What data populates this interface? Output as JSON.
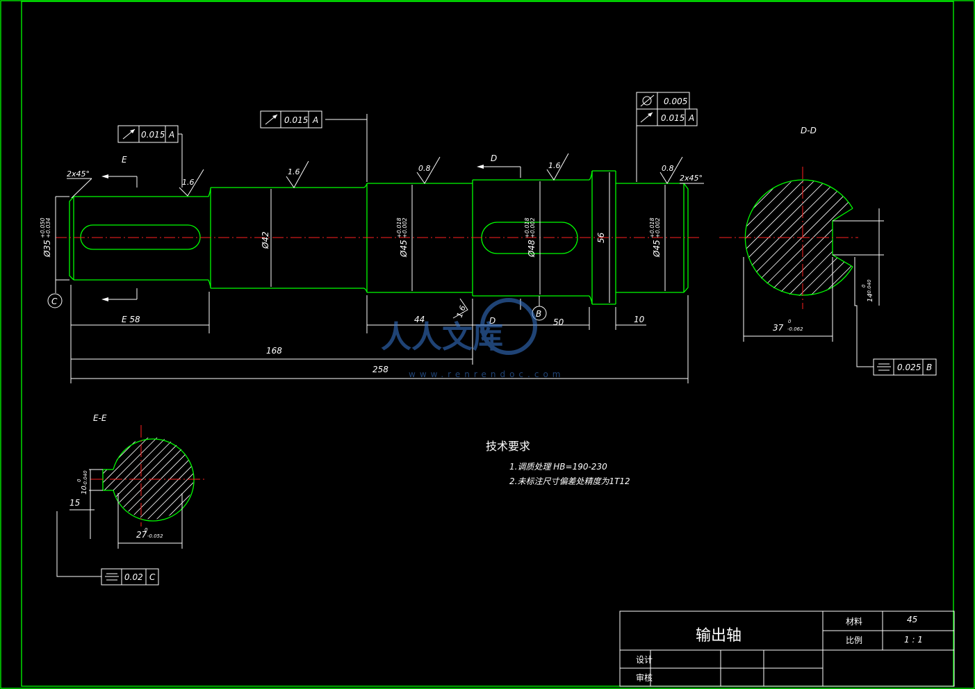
{
  "title_block": {
    "part_name": "输出轴",
    "material_label": "材料",
    "material_value": "45",
    "scale_label": "比例",
    "scale_value": "1 : 1",
    "design_label": "设计",
    "review_label": "审核"
  },
  "tech_requirements": {
    "heading": "技术要求",
    "line1": "1.调质处理 HB=190-230",
    "line2": "2.未标注尺寸偏差处精度为1T12"
  },
  "views": {
    "dd_label": "D-D",
    "ee_label": "E-E",
    "e_marker": "E",
    "d_marker": "D"
  },
  "dimensions": {
    "chamfer_left": "2x45°",
    "chamfer_right": "2x45°",
    "len_e58": "E  58",
    "len_168": "168",
    "len_258": "258",
    "len_44": "44",
    "len_50": "50",
    "len_10": "10",
    "dia_35": "Ø35",
    "dia_35_tol_up": "+0.050",
    "dia_35_tol_lo": "+0.034",
    "dia_42": "Ø42",
    "dia_45a": "Ø45",
    "dia_45_tol_up": "+0.018",
    "dia_45_tol_lo": "+0.002",
    "dia_48": "Ø48",
    "dia_45b": "Ø45",
    "dim_56": "56",
    "dd_width": "37",
    "dd_width_tol": "-0.062",
    "dd_key": "14",
    "dd_key_tol": "-0.040",
    "ee_width": "27",
    "ee_width_tol": "-0.052",
    "ee_key": "10",
    "ee_key_tol": "-0.040",
    "ee_15": "15",
    "zero": "0"
  },
  "roughness": [
    "1.6",
    "1.6",
    "0.8",
    "1.6",
    "0.8",
    "1.6"
  ],
  "tolerance_frames": {
    "f1_value": "0.015",
    "f1_datum": "A",
    "f2_value": "0.015",
    "f2_datum": "A",
    "f3_value": "0.005",
    "f4_value": "0.015",
    "f4_datum": "A",
    "f5_value": "0.025",
    "f5_datum": "B",
    "f6_value": "0.02",
    "f6_datum": "C"
  },
  "datums": {
    "b": "B",
    "c": "C"
  },
  "watermark": {
    "text": "人人文库",
    "url": "www.renrendoc.com"
  }
}
